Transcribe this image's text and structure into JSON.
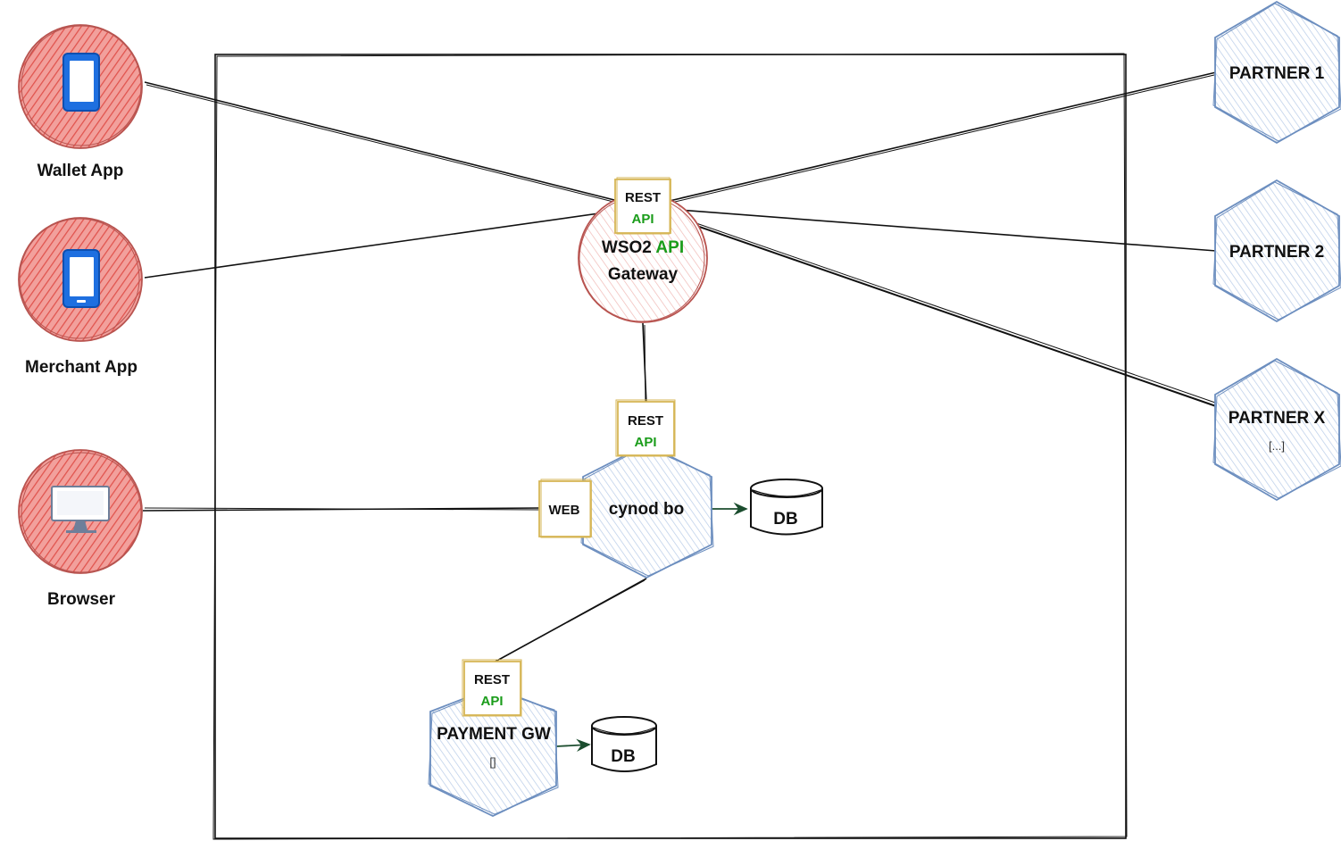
{
  "clients": {
    "wallet": {
      "label": "Wallet App",
      "icon": "mobile-phone-icon"
    },
    "merchant": {
      "label": "Merchant App",
      "icon": "mobile-phone-icon"
    },
    "browser": {
      "label": "Browser",
      "icon": "monitor-icon"
    }
  },
  "gateway": {
    "title_prefix": "WSO2 ",
    "title_api": "API",
    "subtitle": "Gateway",
    "port_top": "REST",
    "port_bottom": "API"
  },
  "backoffice": {
    "label": "cynod bo",
    "rest_port_top": "REST",
    "rest_port_bottom": "API",
    "web_port": "WEB",
    "db_label": "DB"
  },
  "payment": {
    "label": "PAYMENT GW",
    "sublabel": "[]",
    "port_top": "REST",
    "port_bottom": "API",
    "db_label": "DB"
  },
  "partners": [
    {
      "label": "PARTNER 1",
      "sublabel": ""
    },
    {
      "label": "PARTNER 2",
      "sublabel": ""
    },
    {
      "label": "PARTNER X",
      "sublabel": "[...]"
    }
  ],
  "colors": {
    "client_fill": "#ea6b66",
    "client_stroke": "#b85450",
    "hex_fill": "#dae8fc",
    "hex_stroke": "#6c8ebf",
    "port_stroke": "#d6b656",
    "api_text": "#1a9c1a",
    "arrow": "#1b4d2e"
  }
}
